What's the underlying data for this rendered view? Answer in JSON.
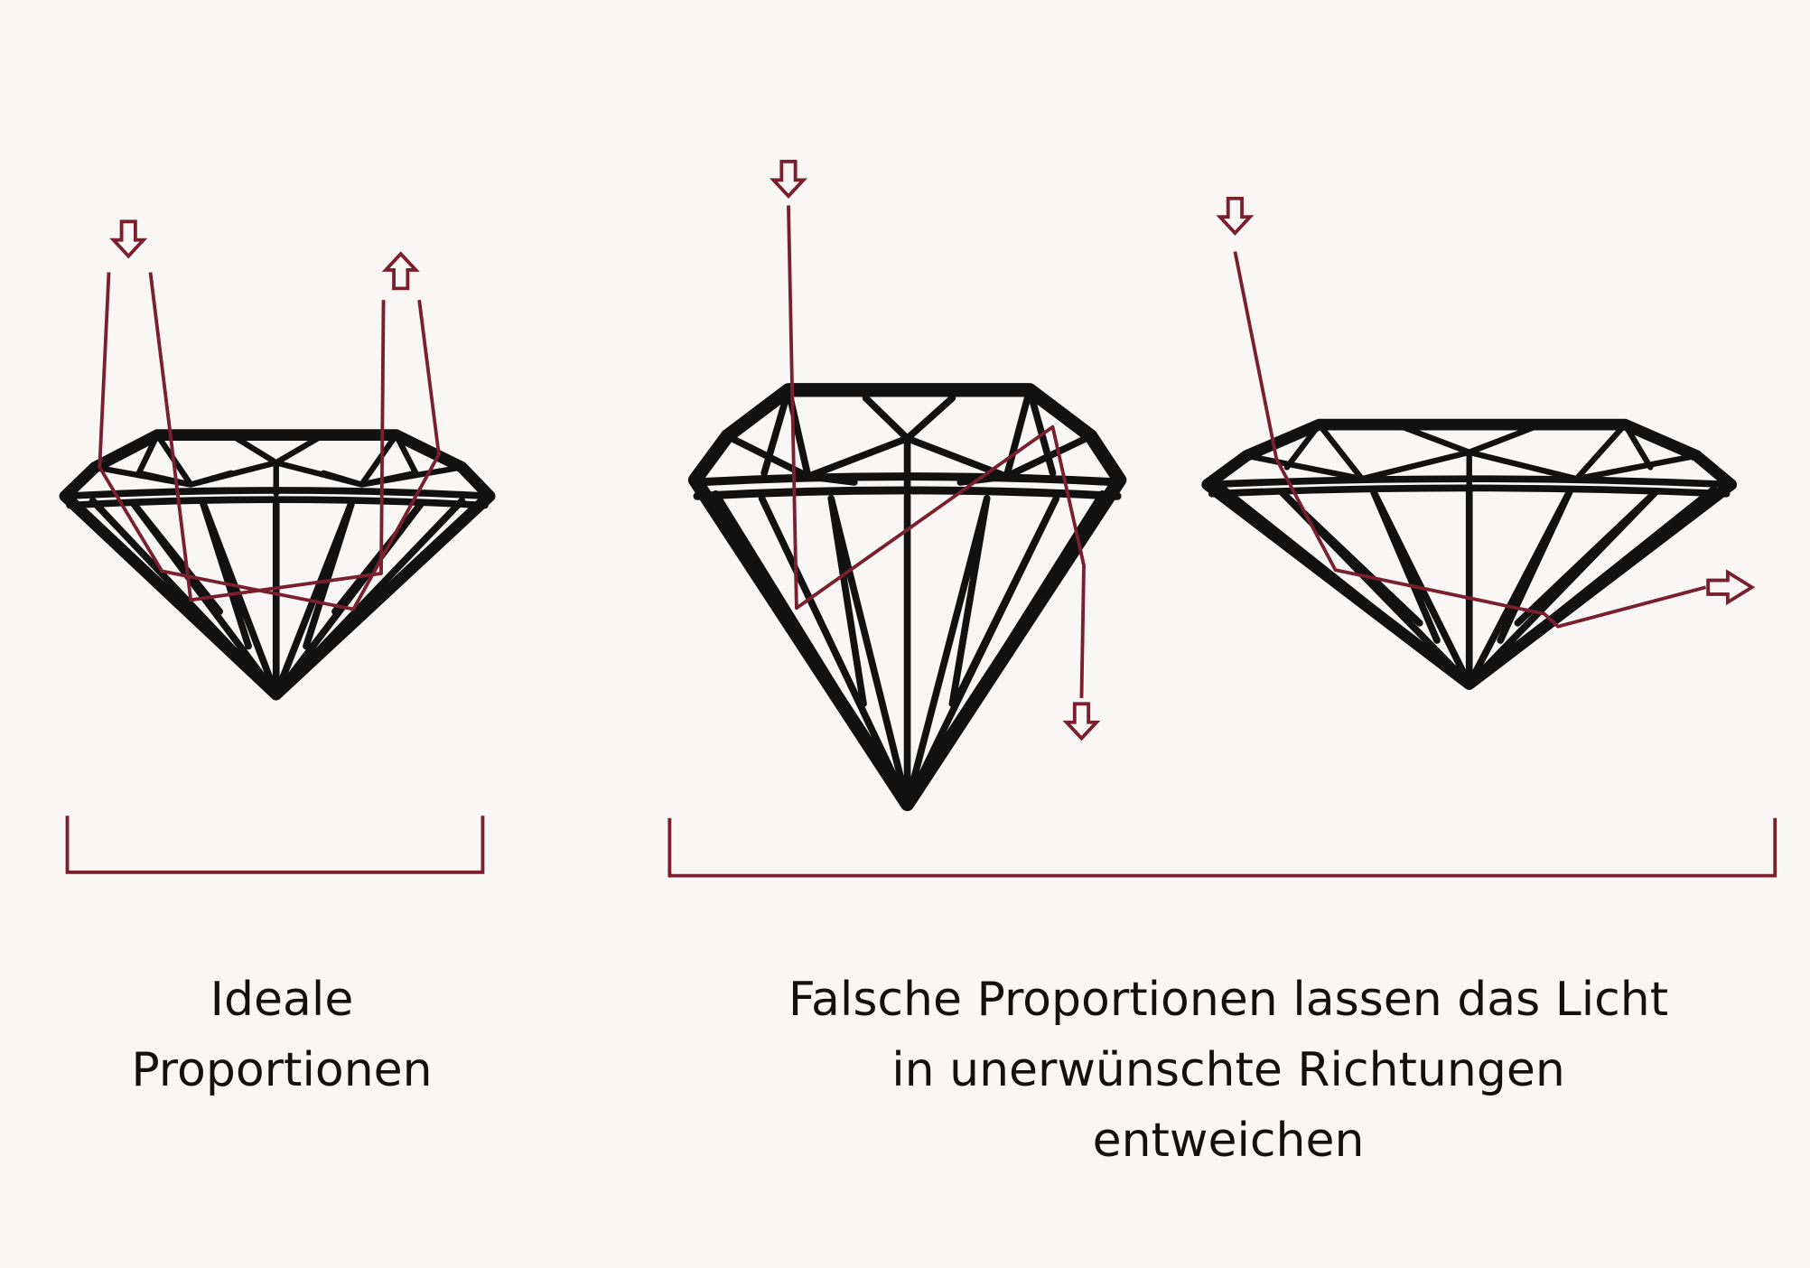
{
  "colors": {
    "background": "#f8f7f6",
    "outline": "#111111",
    "light_ray": "#7a1f2e"
  },
  "diagram": {
    "panels": [
      {
        "name": "ideal",
        "label_lines": [
          "Ideale",
          "Proportionen"
        ],
        "diamond": "well-proportioned cut",
        "light_path": "light enters table, reflects off pavilion, exits upward"
      },
      {
        "name": "wrong",
        "label_lines": [
          "Falsche Proportionen lassen das Licht",
          "in unerwünschte Richtungen",
          "entweichen"
        ],
        "diamonds": [
          "deep cut (light leaks downward)",
          "shallow cut (light leaks sideways)"
        ]
      }
    ]
  }
}
